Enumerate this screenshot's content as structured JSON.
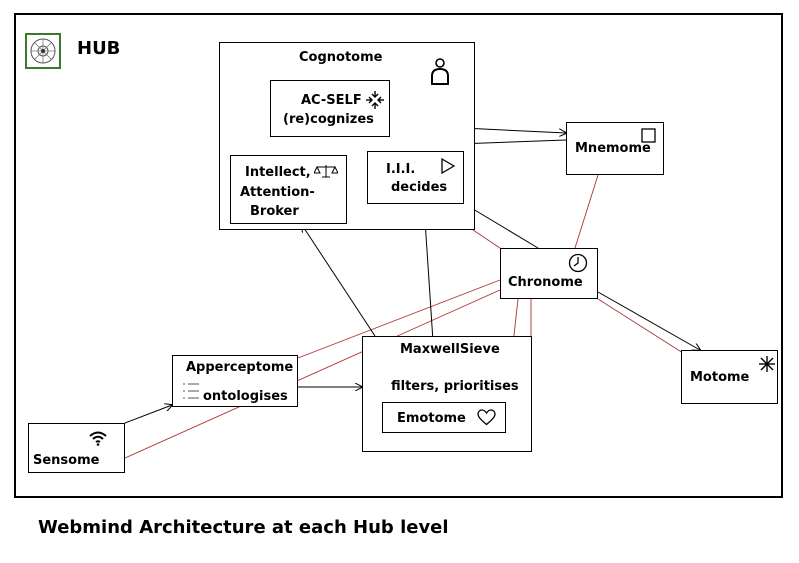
{
  "hub": {
    "title": "HUB",
    "logo_icon": "network-sphere-icon",
    "logo_color": "#3a7a2a"
  },
  "cognotome": {
    "title": "Cognotome",
    "icon": "person-icon"
  },
  "acself": {
    "line1": "AC-SELF",
    "line2": "(re)cognizes",
    "icon": "converge-arrows-icon"
  },
  "intellect": {
    "line1": "Intellect,",
    "line2": "Attention-",
    "line3": "Broker",
    "icon": "balance-scale-icon"
  },
  "iii": {
    "line1": "I.I.I.",
    "line2": "decides",
    "icon": "play-triangle-icon"
  },
  "mnemome": {
    "title": "Mnemome",
    "icon": "square-icon"
  },
  "chronome": {
    "title": "Chronome",
    "icon": "clock-icon"
  },
  "motome": {
    "title": "Motome",
    "icon": "asterisk-icon"
  },
  "maxwell": {
    "title": "MaxwellSieve",
    "subtitle": "filters, prioritises"
  },
  "emotome": {
    "title": "Emotome",
    "icon": "heart-icon"
  },
  "apperceptome": {
    "title": "Apperceptome",
    "subtitle": "ontologises",
    "icon": "list-icon"
  },
  "sensome": {
    "title": "Sensome",
    "icon": "wifi-icon"
  },
  "caption": "Webmind Architecture at each Hub level",
  "colors": {
    "black_link": "#000000",
    "red_link": "#b03030"
  }
}
